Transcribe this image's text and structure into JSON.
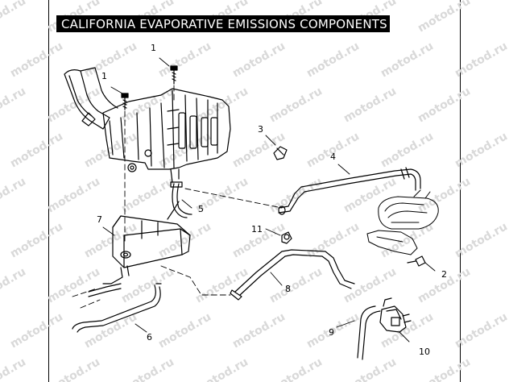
{
  "title": "CALIFORNIA  EVAPORATIVE EMISSIONS COMPONENTS",
  "watermark": "motod.ru",
  "callouts": {
    "c1a": "1",
    "c1b": "1",
    "c2": "2",
    "c3": "3",
    "c4": "4",
    "c5": "5",
    "c6": "6",
    "c7": "7",
    "c8": "8",
    "c9": "9",
    "c10": "10",
    "c11": "11"
  },
  "colors": {
    "line": "#000000",
    "title_bg": "#000000",
    "title_text": "#ffffff",
    "watermark": "#d9d9d9"
  }
}
